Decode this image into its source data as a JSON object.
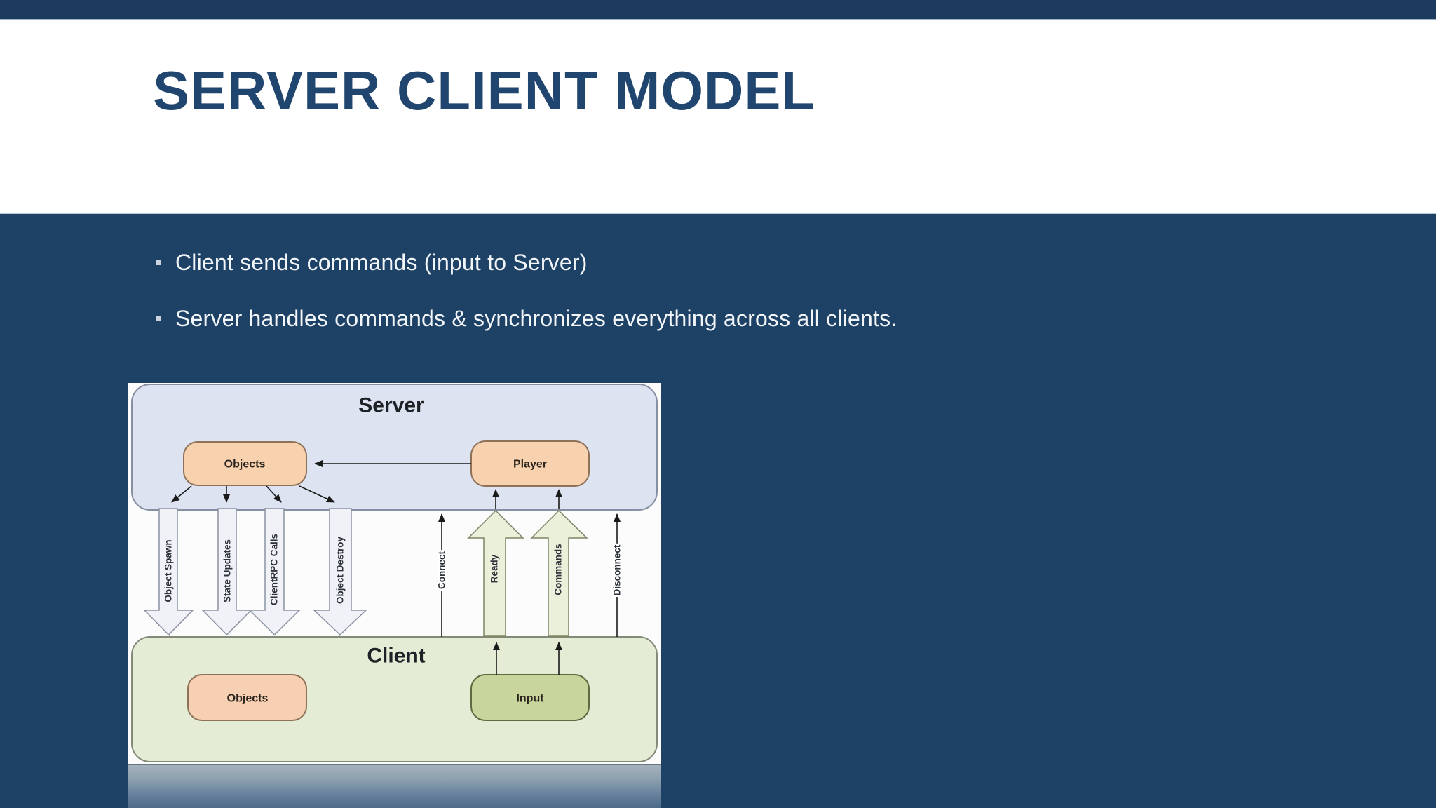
{
  "slide": {
    "title": "SERVER CLIENT MODEL",
    "bullets": [
      "Client sends commands (input to Server)",
      "Server handles commands & synchronizes everything across all clients."
    ]
  },
  "diagram": {
    "server_label": "Server",
    "client_label": "Client",
    "server_objects_label": "Objects",
    "player_label": "Player",
    "client_objects_label": "Objects",
    "input_label": "Input",
    "down_arrow_labels": [
      "Object Spawn",
      "State Updates",
      "ClientRPC Calls",
      "Object Destroy"
    ],
    "up_labels": [
      "Connect",
      "Ready",
      "Commands",
      "Disconnect"
    ]
  },
  "colors": {
    "body_navy": "#1e4166",
    "top_bar_navy": "#1d3b5e",
    "title_navy": "#20456e",
    "bullet_text": "#f3f6f9",
    "server_box_fill": "#dee3f1",
    "client_box_fill": "#e5ecd6",
    "peach_box_fill": "#f8d2ae",
    "input_box_fill": "#c8d69e",
    "down_arrow_fill": "#f0f2f8",
    "up_arrow_fill": "#eaf0da"
  }
}
